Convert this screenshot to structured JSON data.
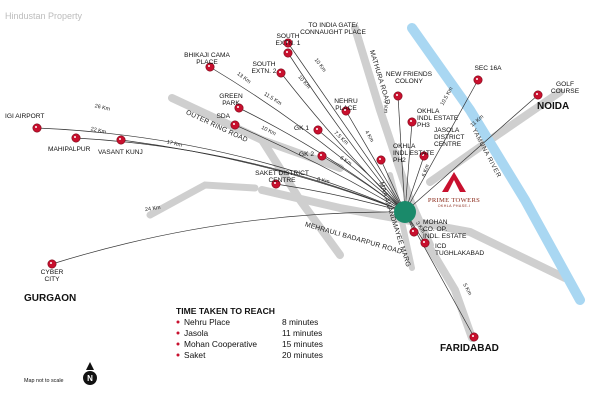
{
  "watermark": "Hindustan Property",
  "map_note": "Map not to scale",
  "north_letter": "N",
  "destination": {
    "name": "PRIME TOWERS",
    "tagline": "OKHLA PHASE-I",
    "color": "#1a8a6a"
  },
  "colors": {
    "pin": "#c8102e",
    "route": "#333333",
    "road": "#cfcfcf",
    "river": "#a9d7f2"
  },
  "river": {
    "name": "YAMUNA RIVER"
  },
  "roads": [
    {
      "name": "OUTER RING ROAD"
    },
    {
      "name": "MEHRAULI BADARPUR ROAD"
    },
    {
      "name": "MATHURA ROAD"
    },
    {
      "name": "MAA ANANDMAYEE MARG"
    }
  ],
  "regions": [
    {
      "name": "GURGAON"
    },
    {
      "name": "NOIDA"
    },
    {
      "name": "FARIDABAD"
    }
  ],
  "locations": [
    {
      "name": [
        "TO INDIA GATE/",
        "CONNAUGHT PLACE"
      ],
      "distance": ""
    },
    {
      "name": [
        "SOUTH",
        "EXTN. 1"
      ],
      "distance": "10 Km"
    },
    {
      "name": [
        "BHIKAJI CAMA",
        "PLACE"
      ],
      "distance": "13 Km"
    },
    {
      "name": [
        "SOUTH",
        "EXTN. 2"
      ],
      "distance": "10 Km"
    },
    {
      "name": [
        "NEW FRIENDS",
        "COLONY"
      ],
      "distance": "7 Km"
    },
    {
      "name": [
        "SEC 16A"
      ],
      "distance": "10.5 Km"
    },
    {
      "name": [
        "GOLF",
        "COURSE"
      ],
      "distance": "11 Km"
    },
    {
      "name": [
        "GREEN",
        "PARK"
      ],
      "distance": "11.5 Km"
    },
    {
      "name": [
        "NEHRU",
        "PLACE"
      ],
      "distance": "4 Km"
    },
    {
      "name": [
        "OKHLA",
        "INDL ESTATE",
        "PH3"
      ],
      "distance": ""
    },
    {
      "name": [
        "IGI AIRPORT"
      ],
      "distance": "26 Km"
    },
    {
      "name": [
        "SDA"
      ],
      "distance": "10 Km"
    },
    {
      "name": [
        "GK 1"
      ],
      "distance": "7.5 Km"
    },
    {
      "name": [
        "JASOLA",
        "DISTRICT",
        "CENTRE"
      ],
      "distance": "6 Km"
    },
    {
      "name": [
        "MAHIPALPUR"
      ],
      "distance": "22 Km"
    },
    {
      "name": [
        "VASANT KUNJ"
      ],
      "distance": "17 Km"
    },
    {
      "name": [
        "OKHLA",
        "INDL ESTATE",
        "PH2"
      ],
      "distance": ""
    },
    {
      "name": [
        "GK 2"
      ],
      "distance": "6 Km"
    },
    {
      "name": [
        "SAKET DISTRICT",
        "CENTRE"
      ],
      "distance": "8 Km"
    },
    {
      "name": [
        "MOHAN",
        "CO. OP.",
        "INDL. ESTATE"
      ],
      "distance": ""
    },
    {
      "name": [
        "ICD",
        "TUGHLAKABAD"
      ],
      "distance": "3 Km"
    },
    {
      "name": [
        "CYBER",
        "CITY"
      ],
      "distance": "24 Km"
    },
    {
      "name": [
        ""
      ],
      "distance": "5 Km"
    }
  ],
  "legend": {
    "title": "TIME TAKEN TO REACH",
    "items": [
      {
        "place": "Nehru Place",
        "time": "8 minutes"
      },
      {
        "place": "Jasola",
        "time": "11 minutes"
      },
      {
        "place": "Mohan Cooperative",
        "time": "15 minutes"
      },
      {
        "place": "Saket",
        "time": "20 minutes"
      }
    ]
  }
}
